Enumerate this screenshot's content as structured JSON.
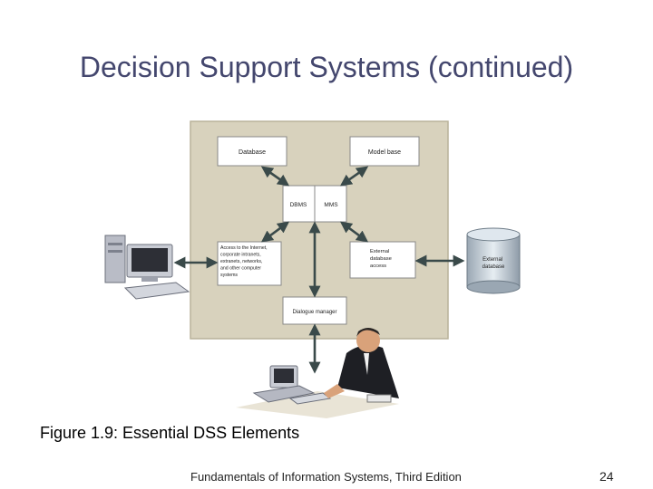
{
  "slide": {
    "title": "Decision Support Systems (continued)",
    "caption": "Figure 1.9: Essential DSS Elements",
    "footer": "Fundamentals of Information Systems, Third Edition",
    "page_number": "24"
  },
  "diagram": {
    "boxes": {
      "database": "Database",
      "model_base": "Model base",
      "dbms": "DBMS",
      "mms": "MMS",
      "access": [
        "Access to the Internet,",
        "corporate intranets,",
        "extranets, networks,",
        "and other computer",
        "systems"
      ],
      "external_access": [
        "External",
        "database",
        "access"
      ],
      "dialogue_manager": "Dialogue manager"
    },
    "external_database": [
      "External",
      "database"
    ]
  },
  "colors": {
    "panel": "#d8d2bd",
    "arrow": "#3a4a4a",
    "title": "#44476e"
  }
}
